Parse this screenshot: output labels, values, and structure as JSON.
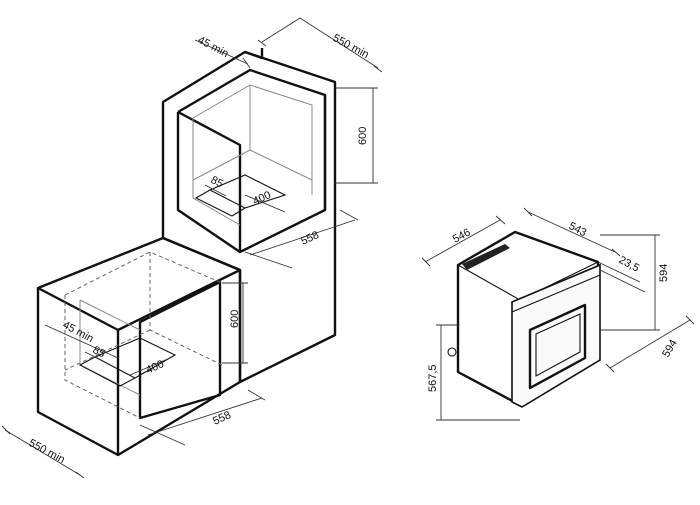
{
  "dimensions": {
    "column_top_depth": "550 min",
    "column_top_gap": "45 min",
    "column_top_height": "600",
    "column_top_offset": "85",
    "column_top_cutout_depth": "400",
    "column_top_width": "558",
    "undercounter_height": "600",
    "undercounter_gap": "45 min",
    "undercounter_offset": "85",
    "undercounter_cutout_depth": "400",
    "undercounter_width": "558",
    "undercounter_depth": "550 min",
    "oven_depth_body": "546",
    "oven_depth_total": "543",
    "oven_panel_thickness": "23,5",
    "oven_front_height": "594",
    "oven_front_width": "594",
    "oven_body_height": "567,5"
  }
}
